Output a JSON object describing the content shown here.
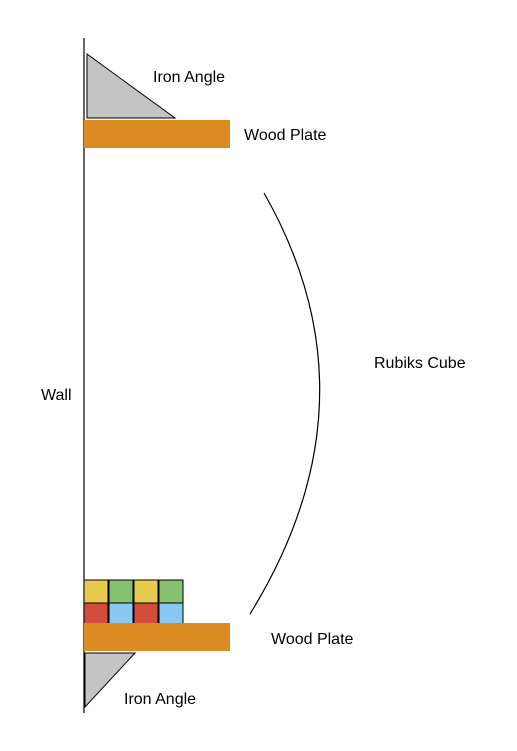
{
  "labels": {
    "iron_angle_top": "Iron Angle",
    "wood_plate_top": "Wood Plate",
    "wall": "Wall",
    "rubiks_cube": "Rubiks Cube",
    "wood_plate_bottom": "Wood Plate",
    "iron_angle_bottom": "Iron Angle"
  },
  "colors": {
    "wood": "#db8b21",
    "iron": "#c4c4c4",
    "line": "#000000",
    "cube_yellow": "#e8cb4e",
    "cube_green": "#85c16e",
    "cube_red": "#d24d3c",
    "cube_blue": "#8ac7f2"
  },
  "cube_grid": {
    "top_row": [
      "yellow",
      "green",
      "yellow",
      "green"
    ],
    "bottom_row": [
      "red",
      "blue",
      "red",
      "blue"
    ]
  }
}
